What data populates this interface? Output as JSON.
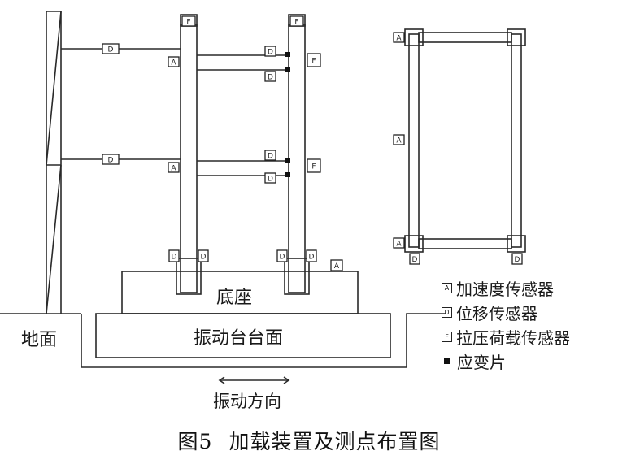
{
  "diagram": {
    "base_label": "底座",
    "table_label": "振动台台面",
    "ground_label": "地面",
    "direction_label": "振动方向",
    "sensor_letters": {
      "accelerometer": "A",
      "displacement": "D",
      "force": "F"
    }
  },
  "legend": {
    "items": [
      {
        "symbol": "A",
        "text": "加速度传感器"
      },
      {
        "symbol": "D",
        "text": "位移传感器"
      },
      {
        "symbol": "F",
        "text": "拉压荷载传感器"
      },
      {
        "symbol": "dot",
        "text": "应变片"
      }
    ]
  },
  "caption": {
    "number": "图5",
    "title": "加载装置及测点布置图"
  }
}
